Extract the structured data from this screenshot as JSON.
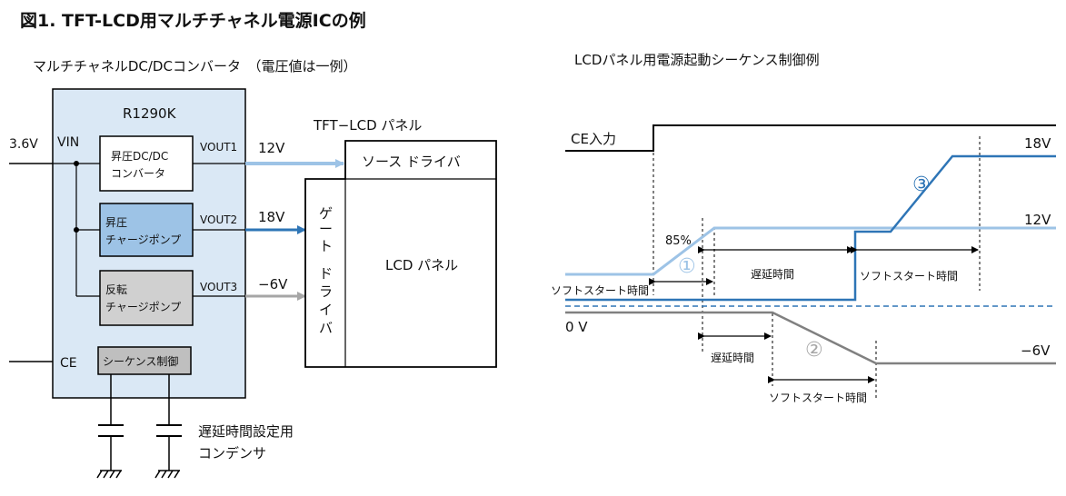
{
  "title": "図1. TFT-LCD用マルチチャネル電源ICの例",
  "left": {
    "subtitle": "マルチチャネルDC/DCコンバータ　（電圧値は一例）",
    "ic_name": "R1290K",
    "input_voltage": "3.6V",
    "vin_label": "VIN",
    "ce_label": "CE",
    "blocks": {
      "boost_dcdc_line1": "昇圧DC/DC",
      "boost_dcdc_line2": "コンバータ",
      "boost_pump_line1": "昇圧",
      "boost_pump_line2": "チャージポンプ",
      "inv_pump_line1": "反転",
      "inv_pump_line2": "チャージポンプ",
      "sequence": "シーケンス制御"
    },
    "outputs": {
      "vout1": "VOUT1",
      "vout2": "VOUT2",
      "vout3": "VOUT3",
      "v1": "12V",
      "v2": "18V",
      "v3": "−6V"
    },
    "panel": {
      "title": "TFT−LCD パネル",
      "source_driver": "ソース ドライバ",
      "gate_driver": [
        "ゲ",
        "ー",
        "ト",
        "",
        "ド",
        "ラ",
        "イ",
        "バ"
      ],
      "lcd": "LCD パネル"
    },
    "cap_label_line1": "遅延時間設定用",
    "cap_label_line2": "コンデンサ"
  },
  "right": {
    "subtitle": "LCDパネル用電源起動シーケンス制御例",
    "ce_input": "CE入力",
    "v18": "18V",
    "v12": "12V",
    "v0": "0 V",
    "vneg6": "−6V",
    "pct85": "85%",
    "marker1": "①",
    "marker2": "②",
    "marker3": "③",
    "soft_start": "ソフトスタート時間",
    "delay": "遅延時間"
  },
  "colors": {
    "light_blue": "#9dc3e6",
    "mid_blue": "#2e75b6",
    "gray": "#a6a6a6",
    "ic_bg": "#dae8f5",
    "pump_fill": "#9dc3e6",
    "inv_fill": "#d0d0d0",
    "seq_fill": "#bfbfbf"
  }
}
